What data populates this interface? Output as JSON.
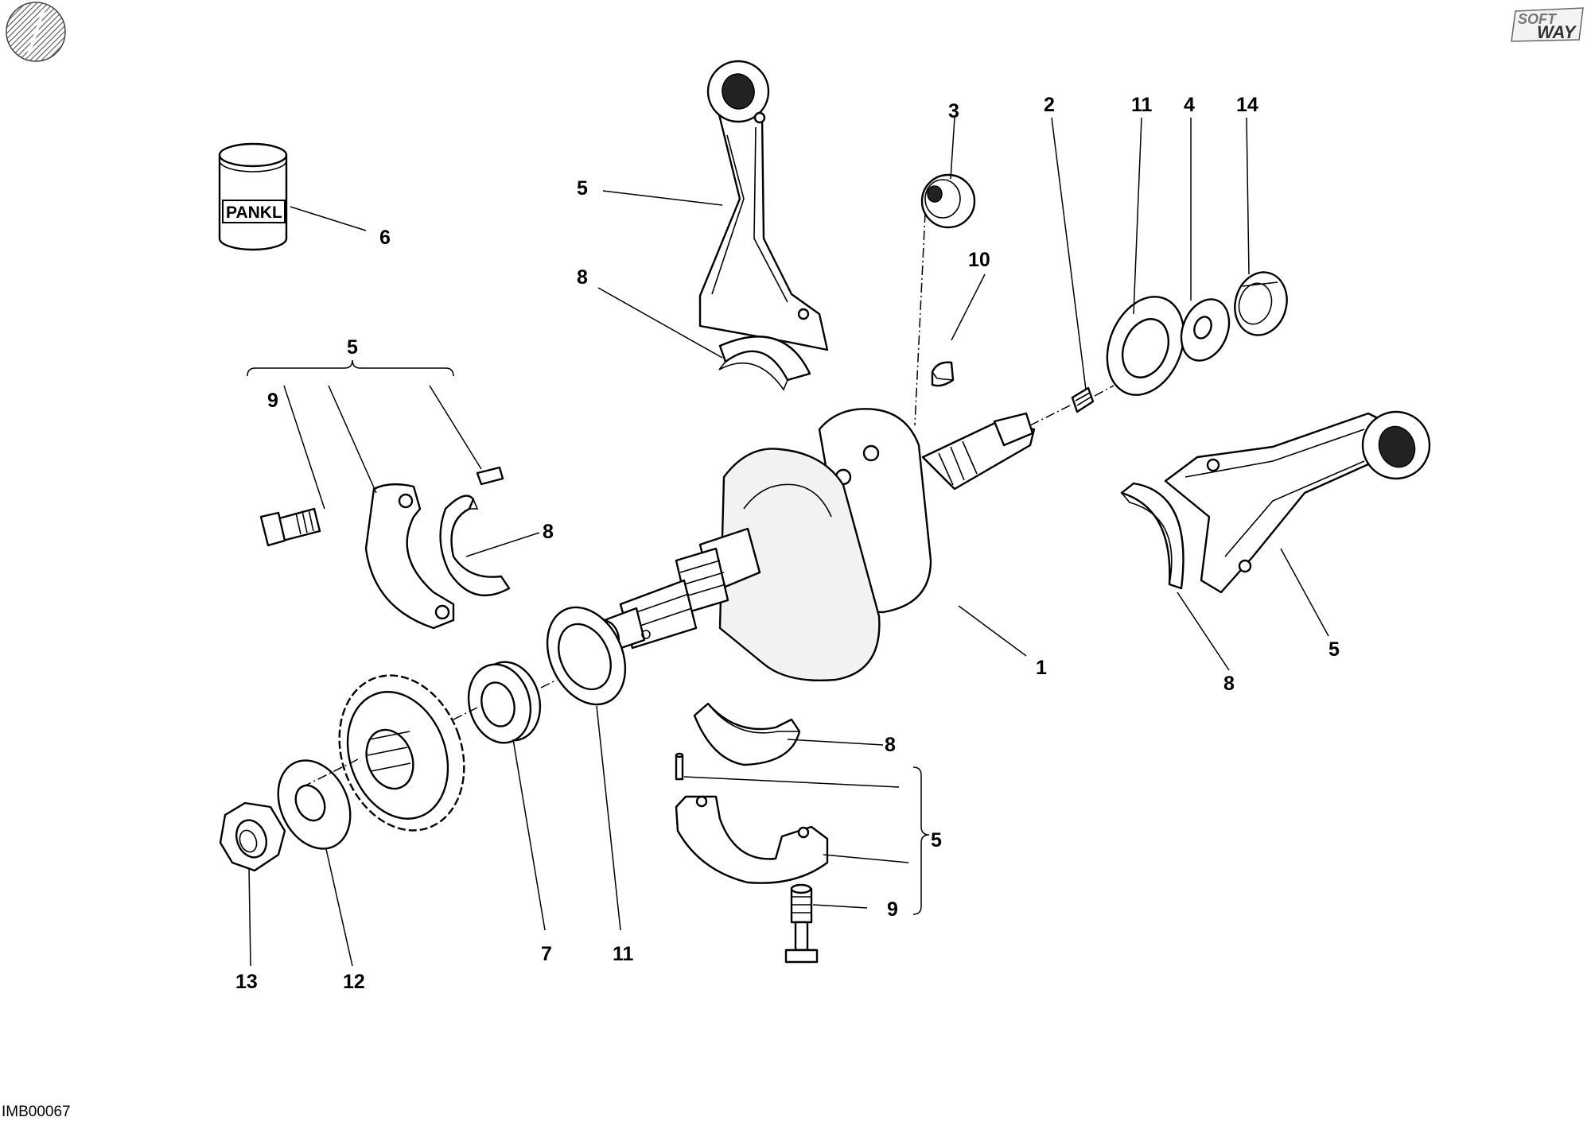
{
  "drawing_code": "IMB00067",
  "brand_mark": {
    "line1": "SOFT",
    "line2": "WAY"
  },
  "label_part": "PANKL",
  "callouts": {
    "c1": "1",
    "c2": "2",
    "c3": "3",
    "c4": "4",
    "c5_top": "5",
    "c5_left": "5",
    "c5_right": "5",
    "c5_bottom": "5",
    "c6": "6",
    "c7": "7",
    "c8_top": "8",
    "c8_left": "8",
    "c8_right": "8",
    "c8_bottom": "8",
    "c9_left": "9",
    "c9_bottom": "9",
    "c10": "10",
    "c11_top": "11",
    "c11_bottom": "11",
    "c12": "12",
    "c13": "13",
    "c14": "14"
  },
  "colors": {
    "line": "#000000",
    "background": "#ffffff"
  },
  "icons": {
    "corner_disc": "hatched-disc-icon",
    "logo": "softway-logo"
  }
}
